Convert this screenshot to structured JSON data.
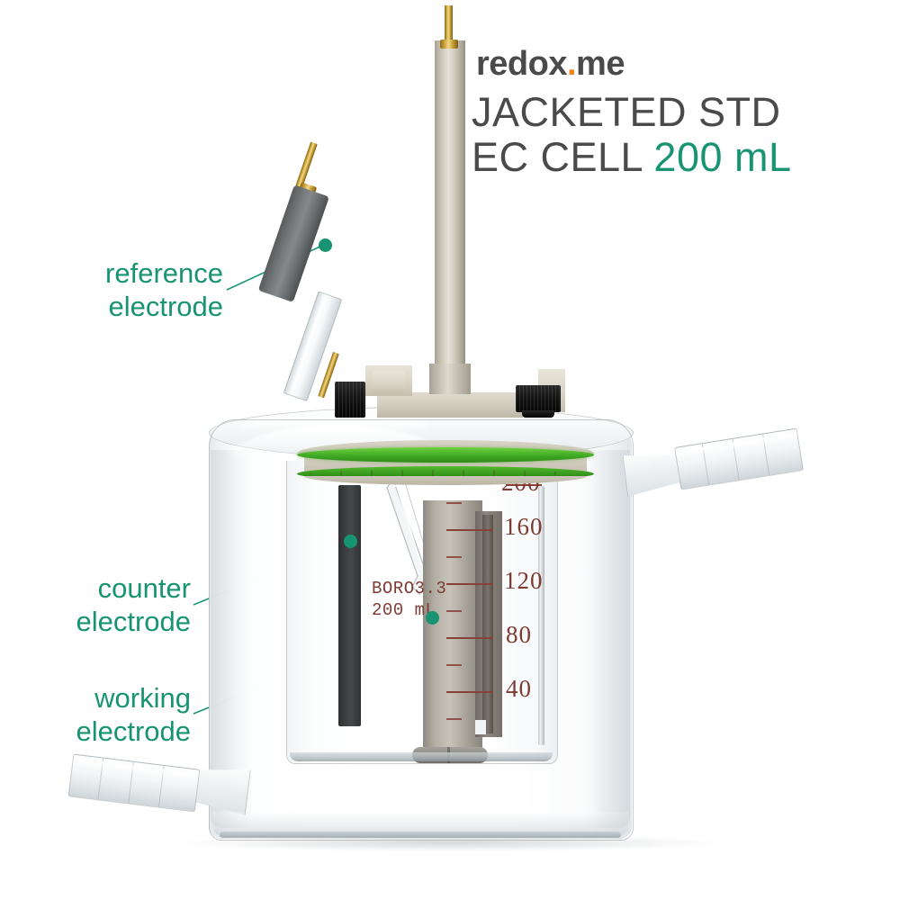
{
  "brand": {
    "name_part1": "redox",
    "name_dot": ".",
    "name_part2": "me"
  },
  "title": {
    "line1": "JACKETED STD",
    "line2_prefix": "EC CELL ",
    "line2_volume": "200 mL"
  },
  "callouts": [
    {
      "id": "reference-electrode",
      "line1": "reference",
      "line2": "electrode"
    },
    {
      "id": "counter-electrode",
      "line1": "counter",
      "line2": "electrode"
    },
    {
      "id": "working-electrode",
      "line1": "working",
      "line2": "electrode"
    }
  ],
  "glass_marking": {
    "material": "BORO3.3",
    "capacity": "200 mL"
  },
  "graduations": {
    "unit": "mL",
    "labels": [
      "200",
      "160",
      "120",
      "80",
      "40"
    ]
  },
  "colors": {
    "accent_teal": "#199473",
    "title_gray": "#4a4a4a",
    "logo_orange": "#F5821F",
    "graduation_red": "#7d3b33",
    "oring_green": "#3faa23"
  },
  "parts": {
    "reference_electrode": "reference-electrode",
    "counter_electrode": "counter-electrode",
    "working_electrode": "working-electrode",
    "luggin_capillary": "luggin-capillary",
    "stir_bar": "magnetic-stir-bar",
    "gas_purge_tube": "gas-purge-tube",
    "jacket_inlet_port": "jacket-hose-port-upper-right",
    "jacket_outlet_port": "jacket-hose-port-lower-left",
    "lid_oring": "lid-o-ring-seal"
  }
}
